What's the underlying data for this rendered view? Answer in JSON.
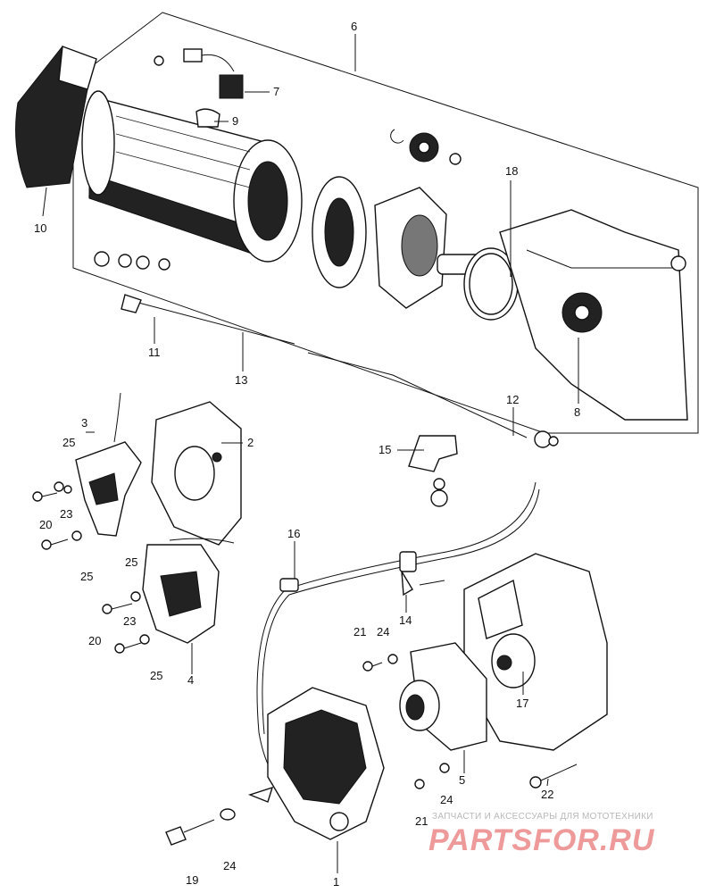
{
  "labels": [
    "1",
    "2",
    "3",
    "4",
    "5",
    "6",
    "7",
    "8",
    "9",
    "10",
    "11",
    "12",
    "13",
    "14",
    "15",
    "16",
    "17",
    "19",
    "20",
    "21",
    "22",
    "23",
    "24",
    "25"
  ],
  "callouts": {
    "l1": "1",
    "l2": "2",
    "l3": "3",
    "l4": "4",
    "l5": "5",
    "l6": "6",
    "l7": "7",
    "l8": "8",
    "l9": "9",
    "l10": "10",
    "l11": "11",
    "l12": "12",
    "l13": "13",
    "l14": "14",
    "l15": "15",
    "l16": "16",
    "l17": "17",
    "l19": "19",
    "l20a": "20",
    "l20b": "20",
    "l21a": "21",
    "l21b": "21",
    "l22": "22",
    "l23a": "23",
    "l23b": "23",
    "l24a": "24",
    "l24b": "24",
    "l24c": "24",
    "l25a": "25",
    "l25b": "25",
    "l25c": "25",
    "l25d": "25"
  },
  "watermark": {
    "tagline": "ЗАПЧАСТИ И АКСЕССУАРЫ ДЛЯ МОТОТЕХНИКИ",
    "brand": "PARTSFOR.RU"
  },
  "colors": {
    "ink": "#111111",
    "watermark_brand": "#ef9a9a",
    "watermark_tagline": "#b8b8b8"
  }
}
